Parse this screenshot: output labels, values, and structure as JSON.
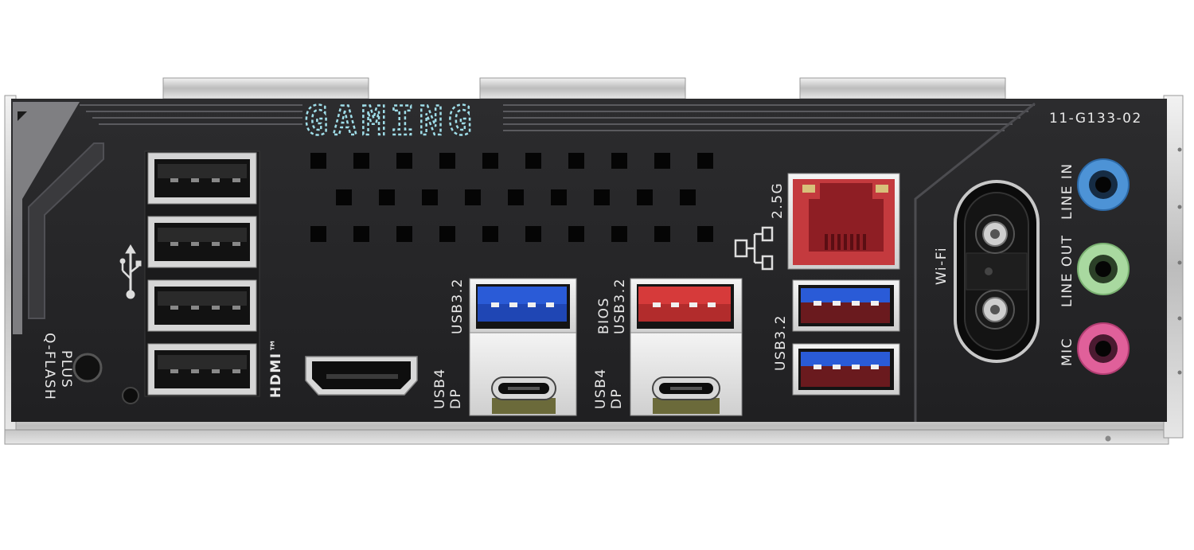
{
  "brand_text": "GAMING",
  "part_number": "11-G133-02",
  "labels": {
    "qflash_line1": "Q-FLASH",
    "qflash_line2": "PLUS",
    "hdmi": "HDMI™",
    "usb32_left": "USB3.2",
    "usb4dp_left_line1": "USB4",
    "usb4dp_left_line2": "DP",
    "bios": "BIOS",
    "usb32_mid": "USB3.2",
    "usb4dp_mid_line1": "USB4",
    "usb4dp_mid_line2": "DP",
    "lan_speed": "2.5G",
    "usb32_right": "USB3.2",
    "wifi": "Wi-Fi",
    "line_in": "LINE IN",
    "line_out": "LINE OUT",
    "mic": "MIC"
  },
  "colors": {
    "brand_cyan": "#9fdde8",
    "usb3_blue": "#2a5bd7",
    "bios_red": "#d63a3a",
    "lan_red": "#c43a3e",
    "jack_blue": "#4d93d6",
    "jack_green": "#a9d9a0",
    "jack_pink": "#e0609a"
  }
}
